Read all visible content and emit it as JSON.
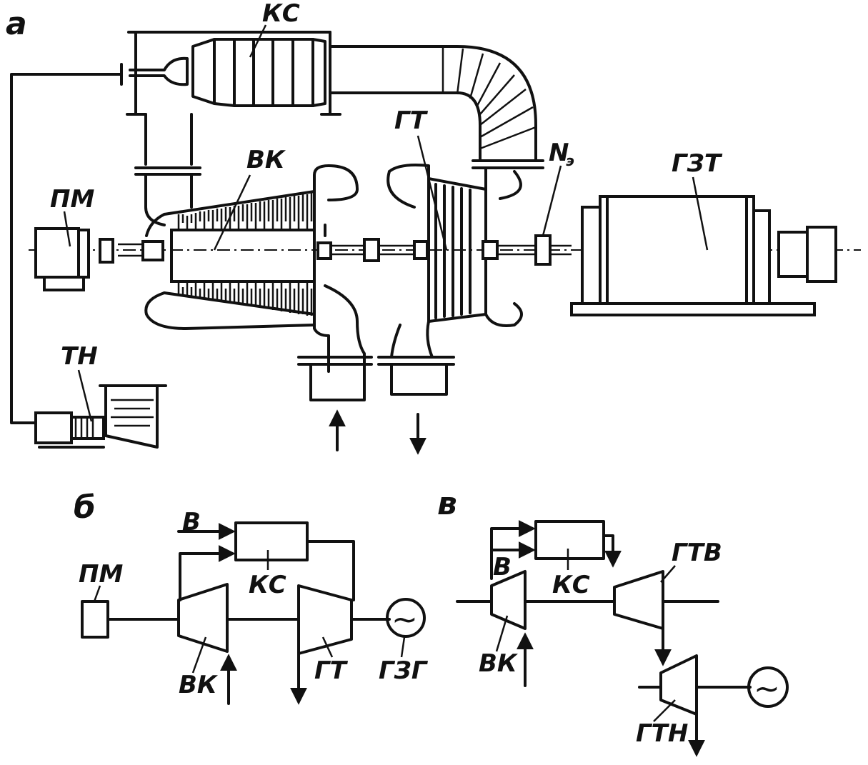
{
  "panels": {
    "a": {
      "letter": "a",
      "labels": {
        "ks": "КС",
        "vk": "ВК",
        "gt": "ГТ",
        "ne": "N",
        "ne_sub": "э",
        "gzt": "ГЗТ",
        "pm": "ПМ",
        "tn": "ТН"
      }
    },
    "b": {
      "letter": "б",
      "labels": {
        "v": "В",
        "ks": "КС",
        "pm": "ПМ",
        "vk": "ВК",
        "gt": "ГТ",
        "gzg": "ГЗГ",
        "generator_symbol": "~"
      }
    },
    "v": {
      "letter": "в",
      "labels": {
        "v": "В",
        "ks": "КС",
        "vk": "ВК",
        "gtv": "ГТВ",
        "gtn": "ГТН",
        "generator_symbol": "~"
      }
    }
  }
}
